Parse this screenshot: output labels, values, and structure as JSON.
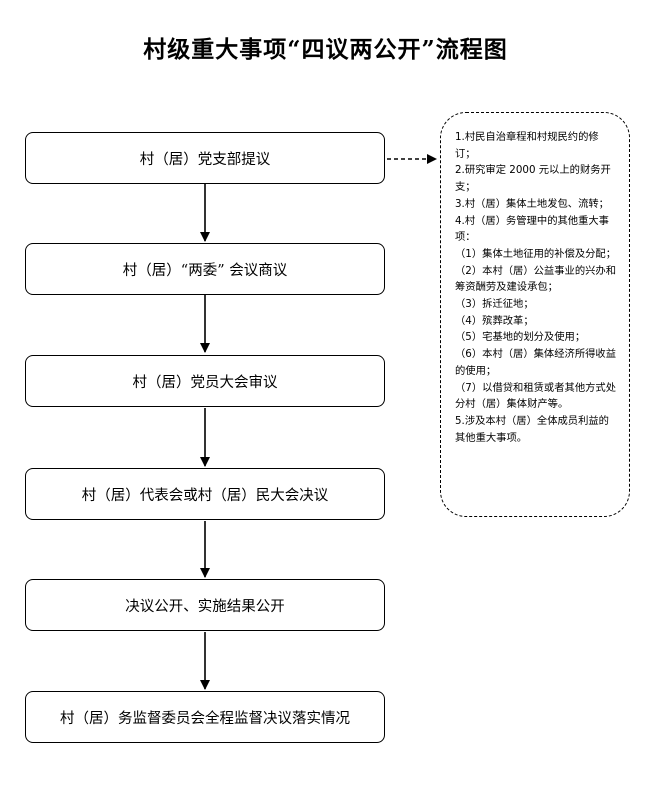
{
  "title": "村级重大事项“四议两公开”流程图",
  "steps": [
    "村（居）党支部提议",
    "村（居）“两委” 会议商议",
    "村（居）党员大会审议",
    "村（居）代表会或村（居）民大会决议",
    "决议公开、实施结果公开",
    "村（居）务监督委员会全程监督决议落实情况"
  ],
  "note_lines": [
    "1.村民自治章程和村规民约的修订；",
    "2.研究审定 2000 元以上的财务开支；",
    "3.村（居）集体土地发包、流转；",
    "4.村（居）务管理中的其他重大事项：",
    "（1）集体土地征用的补偿及分配；",
    "（2）本村（居）公益事业的兴办和筹资酬劳及建设承包；",
    "（3）拆迁征地；",
    "（4）殡葬改革；",
    "（5）宅基地的划分及使用；",
    "（6）本村（居）集体经济所得收益的使用；",
    "（7）以借贷和租赁或者其他方式处分村（居）集体财产等。",
    "5.涉及本村（居）全体成员利益的其他重大事项。"
  ]
}
